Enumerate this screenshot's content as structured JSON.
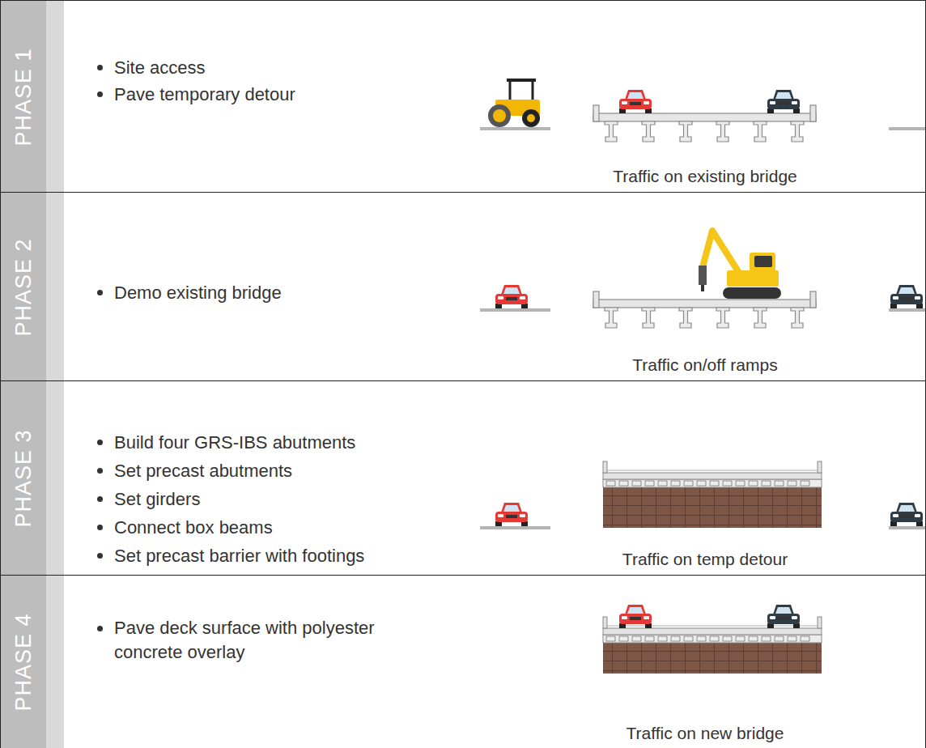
{
  "diagram": {
    "nodes": [
      {
        "text": [
          "PHASE 1",
          "Site access",
          "Pave temporary detour",
          "Traffic on existing bridge"
        ]
      },
      {
        "text": [
          "PHASE 2",
          "Demo existing bridge",
          "Traffic on/off ramps"
        ]
      },
      {
        "text": [
          "PHASE 3",
          "Build four GRS-IBS abutments",
          "Set precast abutments",
          "Set girders",
          "Connect box beams",
          "Set precast barrier with footings",
          "Traffic on temp detour"
        ]
      },
      {
        "text": [
          "PHASE 4",
          "Pave deck surface with polyester concrete overlay",
          "Traffic on new bridge"
        ]
      }
    ]
  }
}
